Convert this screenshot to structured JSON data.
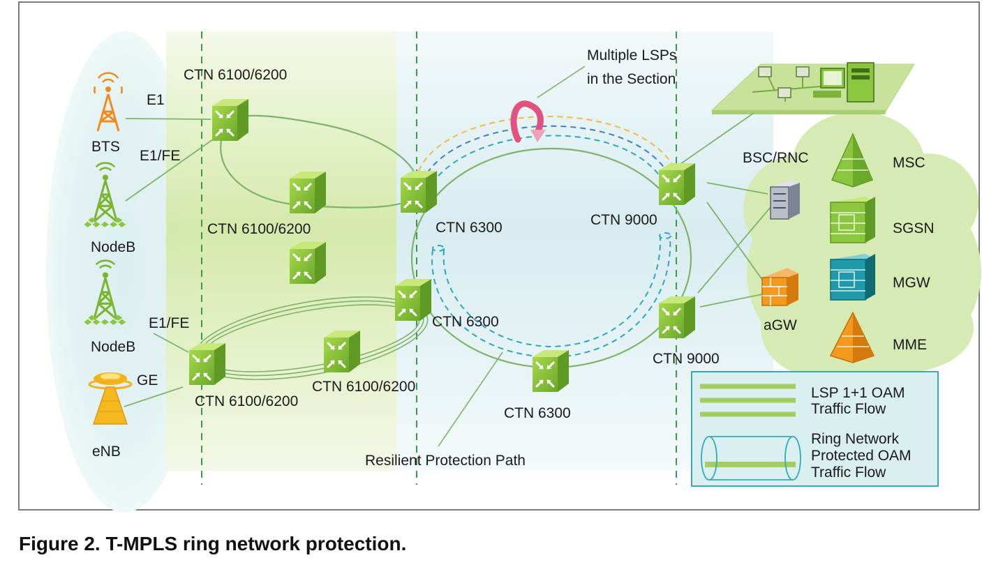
{
  "caption": "Figure 2. T-MPLS ring network protection.",
  "callouts": {
    "multiple_lsps_line1": "Multiple LSPs",
    "multiple_lsps_line2": "in the Section",
    "resilient_protection_path": "Resilient  Protection Path"
  },
  "access_devices": {
    "bts": "BTS",
    "nodeb_top": "NodeB",
    "nodeb_bottom": "NodeB",
    "enb": "eNB"
  },
  "link_labels": {
    "e1": "E1",
    "e1_fe_top": "E1/FE",
    "e1_fe_bottom": "E1/FE",
    "ge": "GE"
  },
  "network_nodes": {
    "ctn6100_top": "CTN 6100/6200",
    "ctn6100_mid": "CTN 6100/6200",
    "ctn6100_bottom_left": "CTN 6100/6200",
    "ctn6100_bottom_right": "CTN 6100/6200",
    "ctn6300_top": "CTN 6300",
    "ctn6300_mid": "CTN 6300",
    "ctn6300_bottom": "CTN 6300",
    "ctn9000_top": "CTN 9000",
    "ctn9000_bottom": "CTN 9000"
  },
  "core_devices": {
    "bsc_rnc": "BSC/RNC",
    "agw": "aGW",
    "msc": "MSC",
    "sgsn": "SGSN",
    "mgw": "MGW",
    "mme": "MME"
  },
  "legend": {
    "lsp_line1": "LSP 1+1 OAM",
    "lsp_line2": "Traffic Flow",
    "ring_line1": "Ring Network",
    "ring_line2": "Protected OAM",
    "ring_line3": "Traffic Flow"
  },
  "colors": {
    "node_green": "#8cc63f",
    "link_green": "#7db36a",
    "legend_bg": "#d9eff0",
    "legend_border": "#35a9b4",
    "dashed_orange": "#f5b642",
    "dashed_blue": "#3b7fc4",
    "dashed_cyan": "#27a9bd",
    "arrow_pink": "#e0527f",
    "tower_orange": "#f08a1c",
    "tower_green": "#79b52e",
    "core_teal": "#1f9aa8",
    "core_orange": "#f39a1e"
  }
}
